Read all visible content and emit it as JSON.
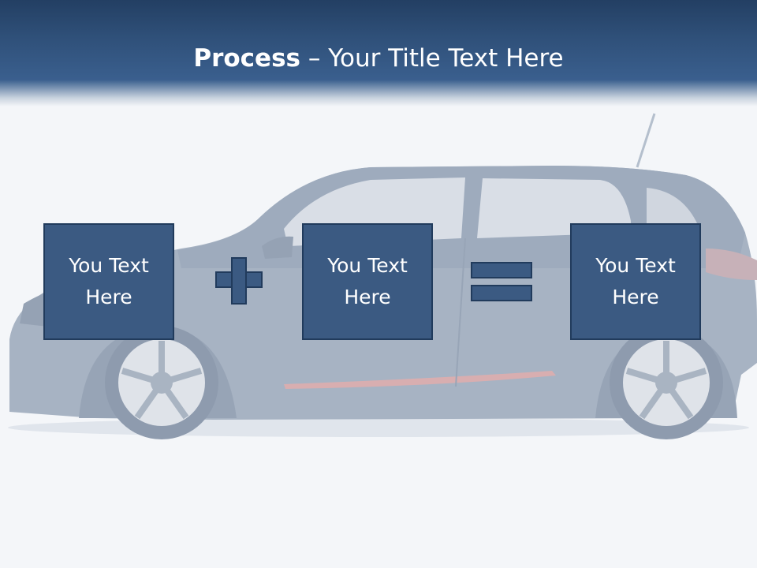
{
  "slide": {
    "title_strong": "Process",
    "title_rest": " – Your Title Text Here",
    "boxes": [
      {
        "text": "You Text Here"
      },
      {
        "text": "You Text Here"
      },
      {
        "text": "You Text Here"
      }
    ],
    "operators": [
      "plus-icon",
      "equals-icon"
    ],
    "colors": {
      "header": "#2f5079",
      "box_fill": "#3b5a82",
      "box_border": "#213b5c",
      "background": "#f4f6f9"
    },
    "background_image": "car-side-view"
  }
}
